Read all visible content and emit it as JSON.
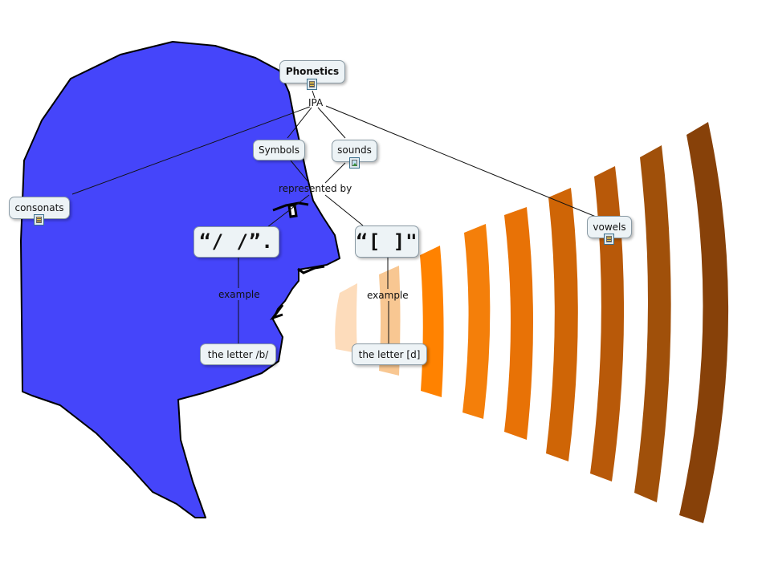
{
  "concept_map": {
    "nodes": {
      "phonetics": "Phonetics",
      "ipa": "IPA",
      "symbols": "Symbols",
      "sounds": "sounds",
      "consonats": "consonats",
      "vowels": "vowels",
      "slashes": "“/ /”.",
      "brackets": "“[ ]\"",
      "letter_b": "the letter /b/",
      "letter_d": "the letter [d]"
    },
    "link_labels": {
      "represented_by": "represented by",
      "example_left": "example",
      "example_right": "example"
    }
  },
  "colors": {
    "head": "#4545fa",
    "outline": "#000000",
    "node_fill": "#edf3f6",
    "waves": [
      "#fddcbb",
      "#f8c792",
      "#ff8200",
      "#f47f0a",
      "#e87206",
      "#cf6506",
      "#b85909",
      "#a0500a",
      "#874109"
    ]
  },
  "icons": {
    "phonetics": "document-icon",
    "sounds": "image-icon",
    "consonats": "document-icon",
    "vowels": "document-icon"
  }
}
